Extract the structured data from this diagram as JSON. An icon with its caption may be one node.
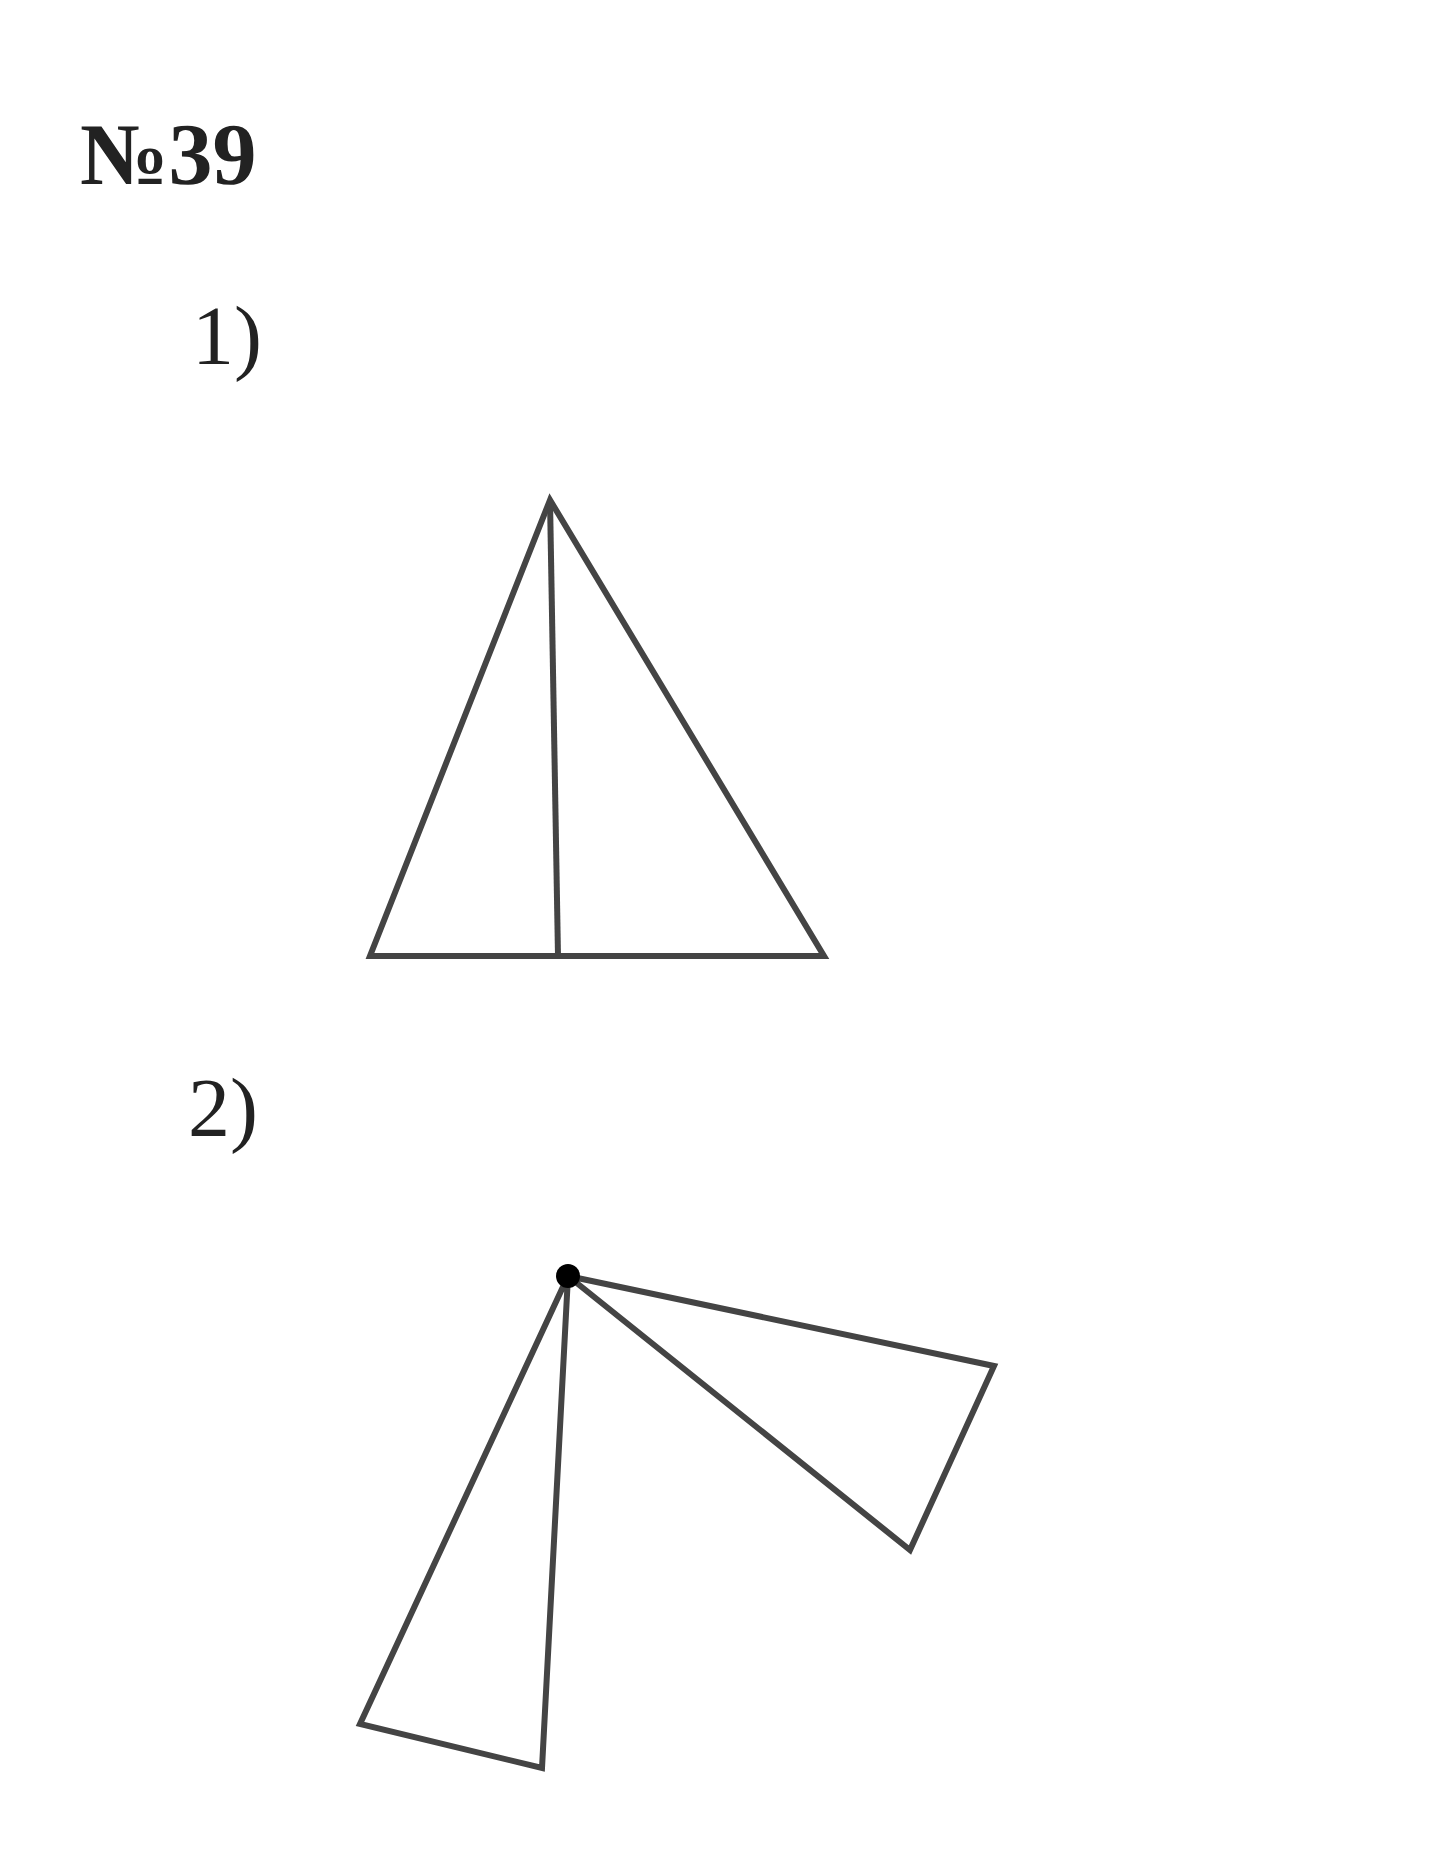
{
  "diagram": {
    "labels": [
      "№39",
      "1)",
      "2)"
    ]
  }
}
